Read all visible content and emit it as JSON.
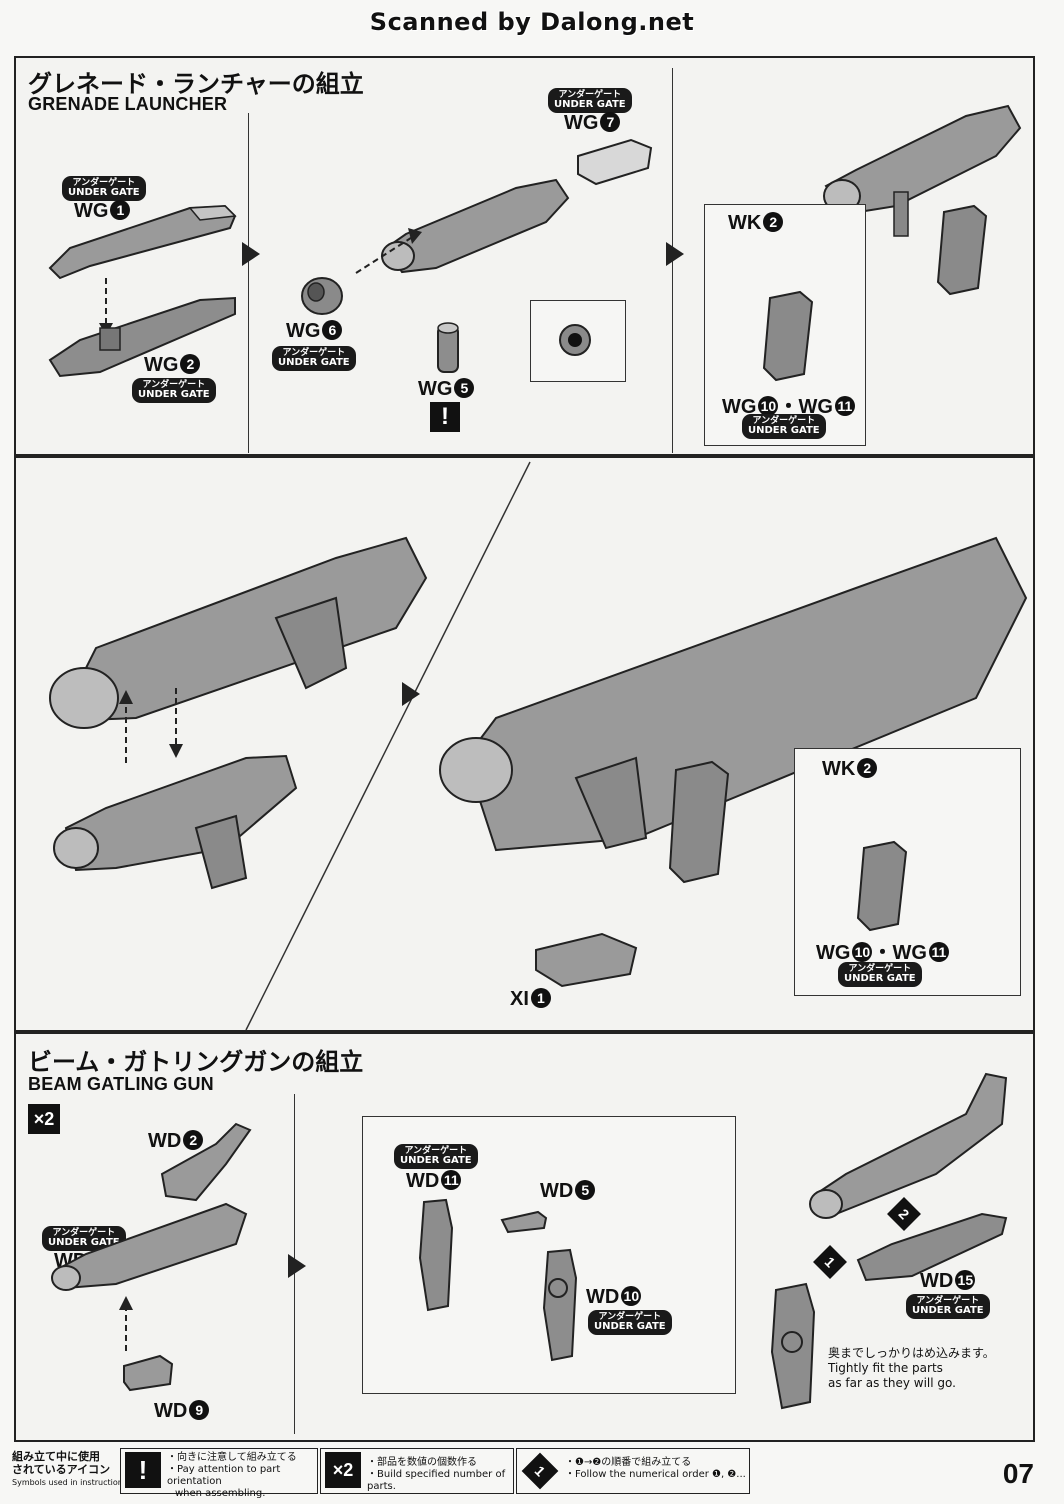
{
  "watermark": "Scanned by Dalong.net",
  "page_number": "07",
  "colors": {
    "ink": "#1a1a1a",
    "part_fill": "#9a9a9a",
    "part_dark": "#6e6e6e",
    "paper": "#f3f3f1"
  },
  "section1": {
    "title_jp": "グレネード・ランチャーの組立",
    "title_en": "GRENADE LAUNCHER"
  },
  "section2": {
    "title_jp": "ビーム・ガトリングガンの組立",
    "title_en": "BEAM GATLING GUN",
    "multiplier": "×2"
  },
  "gate": {
    "jp": "アンダーゲート",
    "en": "UNDER GATE"
  },
  "parts": {
    "wg1": {
      "prefix": "WG",
      "num": "1"
    },
    "wg2": {
      "prefix": "WG",
      "num": "2"
    },
    "wg5": {
      "prefix": "WG",
      "num": "5"
    },
    "wg6": {
      "prefix": "WG",
      "num": "6"
    },
    "wg7": {
      "prefix": "WG",
      "num": "7"
    },
    "wg10": {
      "prefix": "WG",
      "num": "10"
    },
    "wg11": {
      "prefix": "WG",
      "num": "11"
    },
    "wk2": {
      "prefix": "WK",
      "num": "2"
    },
    "xi1": {
      "prefix": "XI",
      "num": "1"
    },
    "wd2": {
      "prefix": "WD",
      "num": "2"
    },
    "wd5": {
      "prefix": "WD",
      "num": "5"
    },
    "wd6": {
      "prefix": "WD",
      "num": "6"
    },
    "wd9": {
      "prefix": "WD",
      "num": "9"
    },
    "wd10": {
      "prefix": "WD",
      "num": "10"
    },
    "wd11": {
      "prefix": "WD",
      "num": "11"
    },
    "wd15": {
      "prefix": "WD",
      "num": "15"
    }
  },
  "separator": "・",
  "warning_mark": "!",
  "steps": {
    "one": "1",
    "two": "2"
  },
  "fit_note": {
    "jp": "奥までしっかりはめ込みます。",
    "en_line1": "Tightly fit the parts",
    "en_line2": "as far as they will go."
  },
  "legend": {
    "label_jp_line1": "組み立て中に使用",
    "label_jp_line2": "されているアイコン",
    "label_en": "Symbols used in instructions",
    "attention": {
      "icon": "!",
      "jp": "・向きに注意して組み立てる",
      "en_line1": "・Pay attention to part orientation",
      "en_line2": "when assembling."
    },
    "multiply": {
      "icon": "×2",
      "jp": "・部品を数値の個数作る",
      "en": "・Build specified number of parts."
    },
    "order": {
      "icon": "1",
      "jp": "・❶→❷の順番で組み立てる",
      "en": "・Follow the numerical order ❶, ❷..."
    }
  }
}
